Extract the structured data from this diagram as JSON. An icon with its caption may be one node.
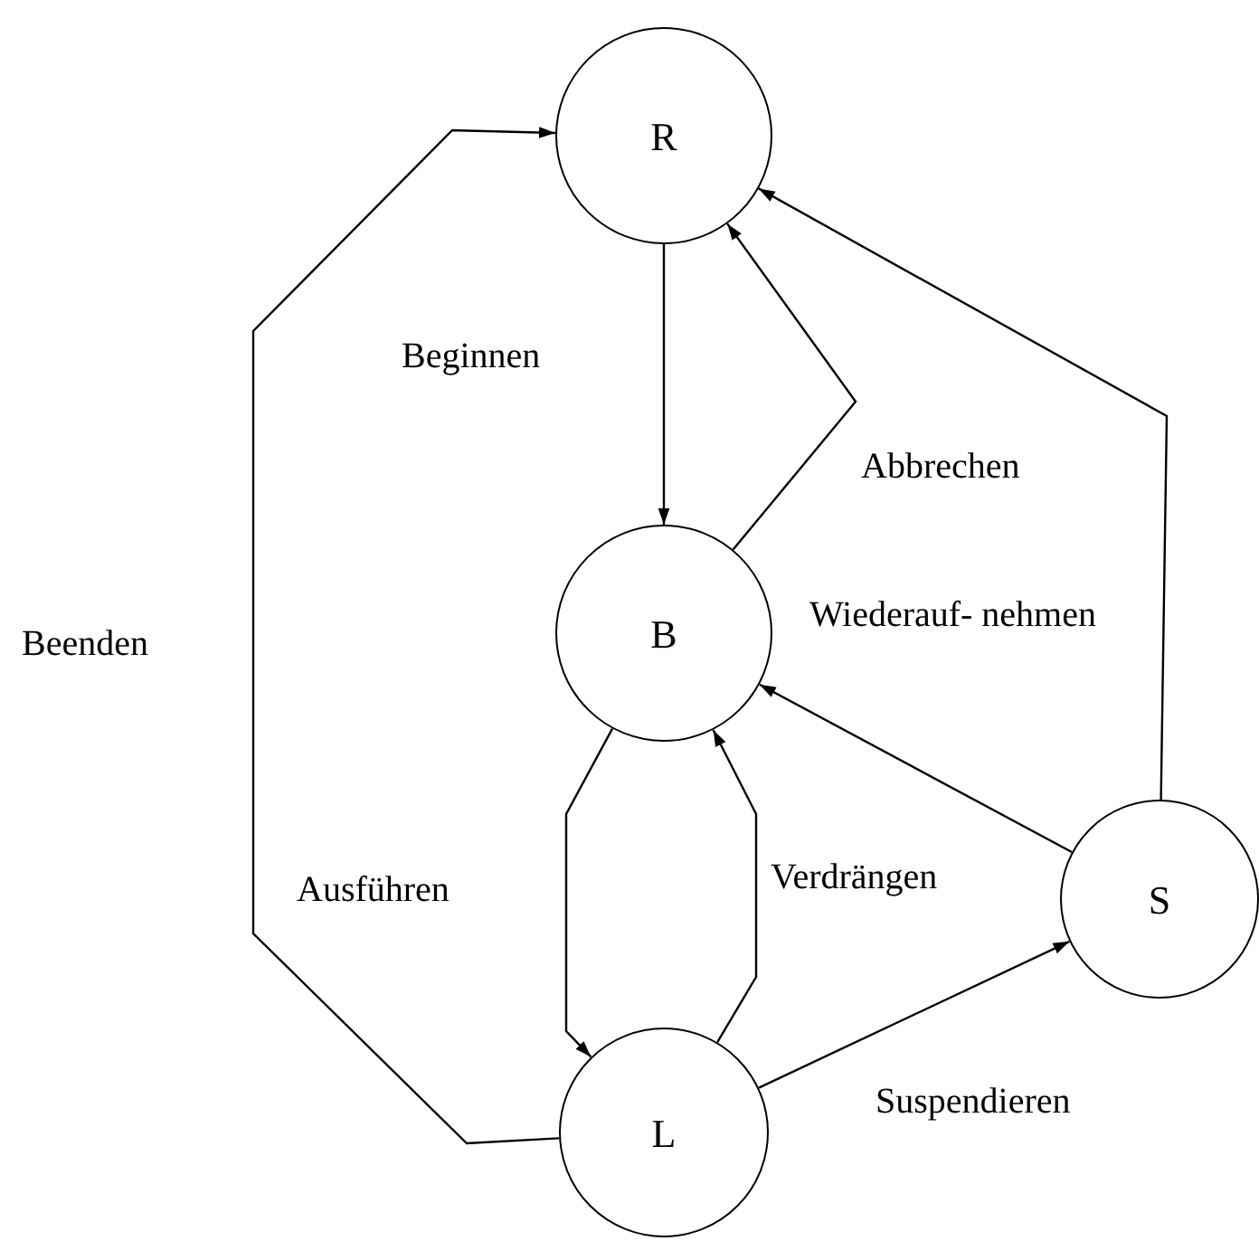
{
  "diagram": {
    "nodes": [
      {
        "text": [
          "R"
        ]
      },
      {
        "text": [
          "B"
        ]
      },
      {
        "text": [
          "L"
        ]
      },
      {
        "text": [
          "S"
        ]
      }
    ],
    "edges": [
      {
        "from": 0,
        "to": 1,
        "arrow": "to",
        "label": "Beginnen"
      },
      {
        "from": 1,
        "to": 0,
        "arrow": "to",
        "label": "Abbrechen"
      },
      {
        "from": 3,
        "to": 1,
        "arrow": "to",
        "label": "Wiederauf- nehmen"
      },
      {
        "from": 3,
        "to": 0,
        "arrow": "to"
      },
      {
        "from": 1,
        "to": 2,
        "arrow": "to",
        "label": "Ausführen"
      },
      {
        "from": 2,
        "to": 1,
        "arrow": "to",
        "label": "Verdrängen"
      },
      {
        "from": 2,
        "to": 3,
        "arrow": "to",
        "label": "Suspendieren"
      },
      {
        "from": 2,
        "to": 0,
        "arrow": "to",
        "label": "Beenden"
      }
    ]
  }
}
